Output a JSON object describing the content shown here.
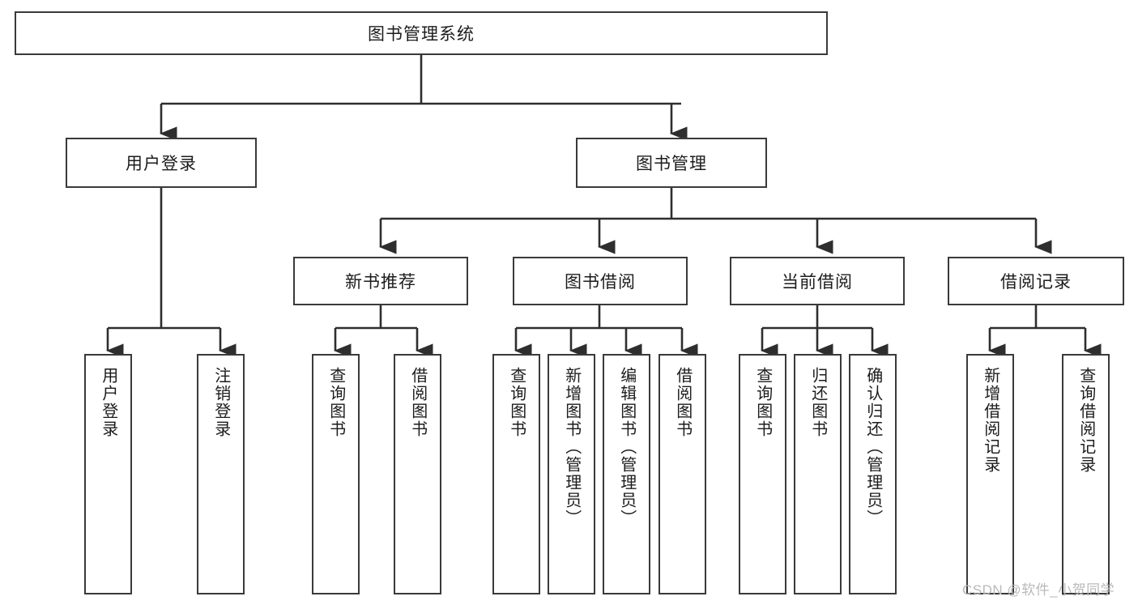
{
  "diagram": {
    "title": "图书管理系统",
    "type": "tree-hierarchy-diagram",
    "watermark": "CSDN @软件_小贺同学",
    "colors": {
      "box_border": "#3a3a3a",
      "box_fill": "#ffffff",
      "text": "#1c1c1c",
      "connector": "#2e2e2e",
      "watermark": "#b9b9b9"
    },
    "root": {
      "label": "图书管理系统"
    },
    "level2": [
      {
        "label": "用户登录"
      },
      {
        "label": "图书管理"
      }
    ],
    "level3": [
      {
        "label": "新书推荐"
      },
      {
        "label": "图书借阅"
      },
      {
        "label": "当前借阅"
      },
      {
        "label": "借阅记录"
      }
    ],
    "leaves": {
      "user_login": [
        {
          "label": "用户登录"
        },
        {
          "label": "注销登录"
        }
      ],
      "new_book_recommend": [
        {
          "label": "查询图书"
        },
        {
          "label": "借阅图书"
        }
      ],
      "book_borrow": [
        {
          "label": "查询图书"
        },
        {
          "label": "新增图书（管理员）"
        },
        {
          "label": "编辑图书（管理员）"
        },
        {
          "label": "借阅图书"
        }
      ],
      "current_borrow": [
        {
          "label": "查询图书"
        },
        {
          "label": "归还图书"
        },
        {
          "label": "确认归还（管理员）"
        }
      ],
      "borrow_record": [
        {
          "label": "新增借阅记录"
        },
        {
          "label": "查询借阅记录"
        }
      ]
    }
  }
}
